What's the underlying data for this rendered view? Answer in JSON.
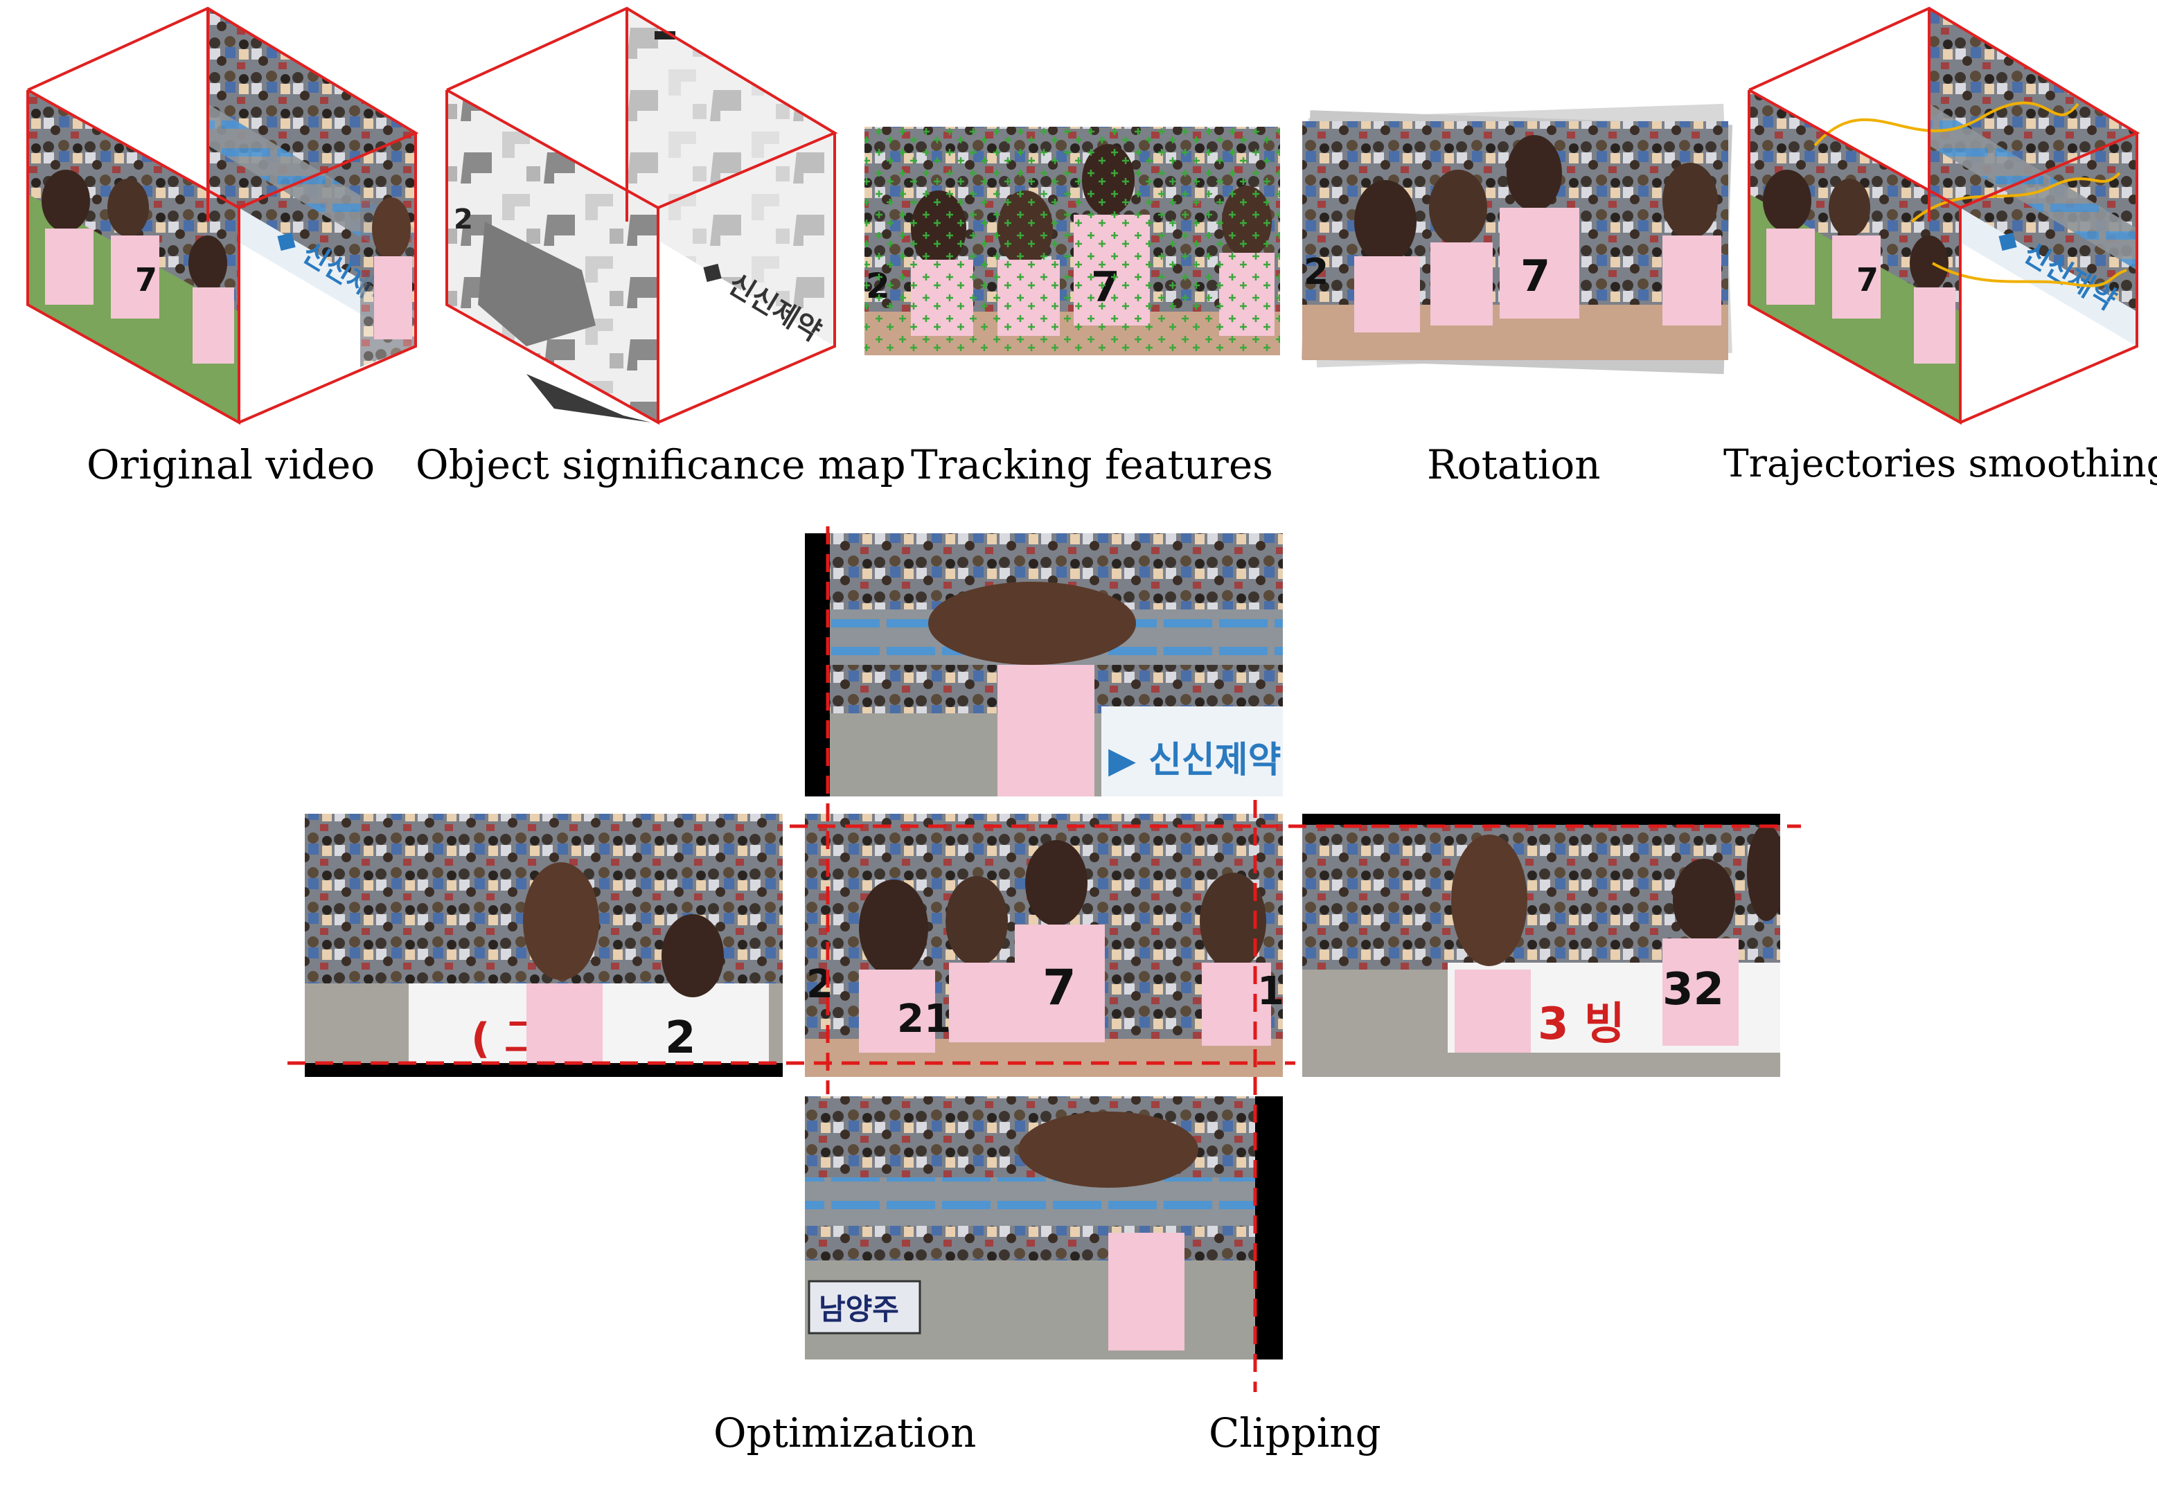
{
  "labels": {
    "original_video": "Original video",
    "significance_map": "Object significance map",
    "tracking_features": "Tracking features",
    "rotation": "Rotation",
    "trajectories_smoothing": "Trajectories smoothing",
    "optimization": "Optimization",
    "clipping": "Clipping"
  },
  "scene_text": {
    "ad_banner": "신신제약",
    "ad_banner_2": "빙",
    "ad_banner_3": "그",
    "sign_bottom": "남양주",
    "jersey_7": "7",
    "jersey_2": "2",
    "jersey_21": "21",
    "jersey_32": "32",
    "jersey_1": "1"
  },
  "colors": {
    "frame_red": "#e02020",
    "dashed_red": "#e01a1a",
    "track_green": "#3aa83a",
    "trajectory_orange": "#f0b000",
    "shirt_pink": "#f4c6d6",
    "crowd": "#6b6f78",
    "stands_blue": "#5a9bd6"
  }
}
